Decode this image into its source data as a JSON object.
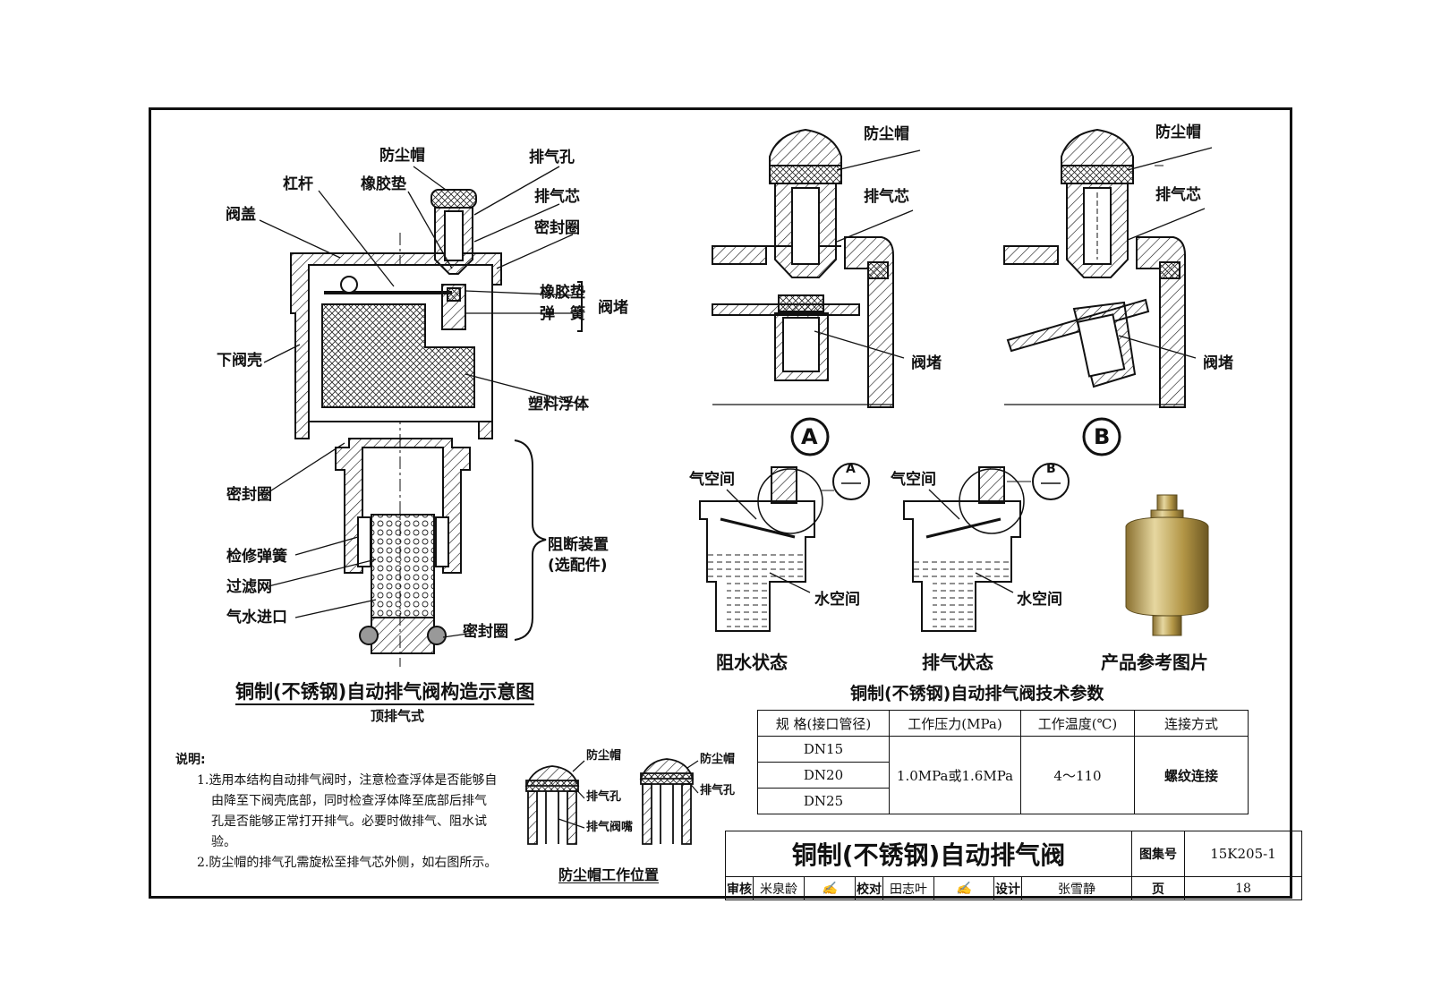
{
  "labels": {
    "main": {
      "dust_cap": "防尘帽",
      "vent_hole": "排气孔",
      "lever": "杠杆",
      "rubber_pad": "橡胶垫",
      "vent_core": "排气芯",
      "valve_cover": "阀盖",
      "seal_ring": "密封圈",
      "rubber_pad2": "橡胶垫",
      "spring": "弹　簧",
      "valve_plug": "阀堵",
      "lower_shell": "下阀壳",
      "float": "塑料浮体",
      "seal_ring2": "密封圈",
      "isolation": "阻断装置",
      "optional": "(选配件)",
      "service_spring": "检修弹簧",
      "filter": "过滤网",
      "inlet": "气水进口",
      "seal_ring3": "密封圈"
    },
    "detail_a": {
      "dust_cap": "防尘帽",
      "vent_core": "排气芯",
      "valve_plug": "阀堵",
      "letter": "A"
    },
    "detail_b": {
      "dust_cap": "防尘帽",
      "vent_core": "排气芯",
      "valve_plug": "阀堵",
      "letter": "B"
    },
    "state_left": {
      "air": "气空间",
      "water": "水空间",
      "callout": "A",
      "caption": "阻水状态"
    },
    "state_right": {
      "air": "气空间",
      "water": "水空间",
      "callout": "B",
      "caption": "排气状态"
    },
    "photo_caption": "产品参考图片",
    "dustcap_pos": {
      "cap1": "防尘帽",
      "hole1": "排气孔",
      "nozzle": "排气阀嘴",
      "cap2": "防尘帽",
      "hole2": "排气孔",
      "caption": "防尘帽工作位置"
    }
  },
  "main_title": "铜制(不锈钢)自动排气阀构造示意图",
  "main_subtitle": "顶排气式",
  "spec_title": "铜制(不锈钢)自动排气阀技术参数",
  "spec_table": {
    "headers": [
      "规 格(接口管径)",
      "工作压力(MPa)",
      "工作温度(℃)",
      "连接方式"
    ],
    "sizes": [
      "DN15",
      "DN20",
      "DN25"
    ],
    "pressure": "1.0MPa或1.6MPa",
    "temperature": "4～110",
    "connection": "螺纹连接"
  },
  "notes": {
    "heading": "说明:",
    "items": [
      "1.选用本结构自动排气阀时，注意检查浮体是否能够自由降至下阀壳底部，同时检查浮体降至底部后排气孔是否能够正常打开排气。必要时做排气、阻水试验。",
      "2.防尘帽的排气孔需旋松至排气芯外侧，如右图所示。"
    ]
  },
  "title_block": {
    "title": "铜制(不锈钢)自动排气阀",
    "atlas_label": "图集号",
    "atlas_no": "15K205-1",
    "review_label": "审核",
    "reviewer": "米泉龄",
    "check_label": "校对",
    "checker": "田志叶",
    "design_label": "设计",
    "designer": "张雪静",
    "page_label": "页",
    "page_no": "18"
  }
}
